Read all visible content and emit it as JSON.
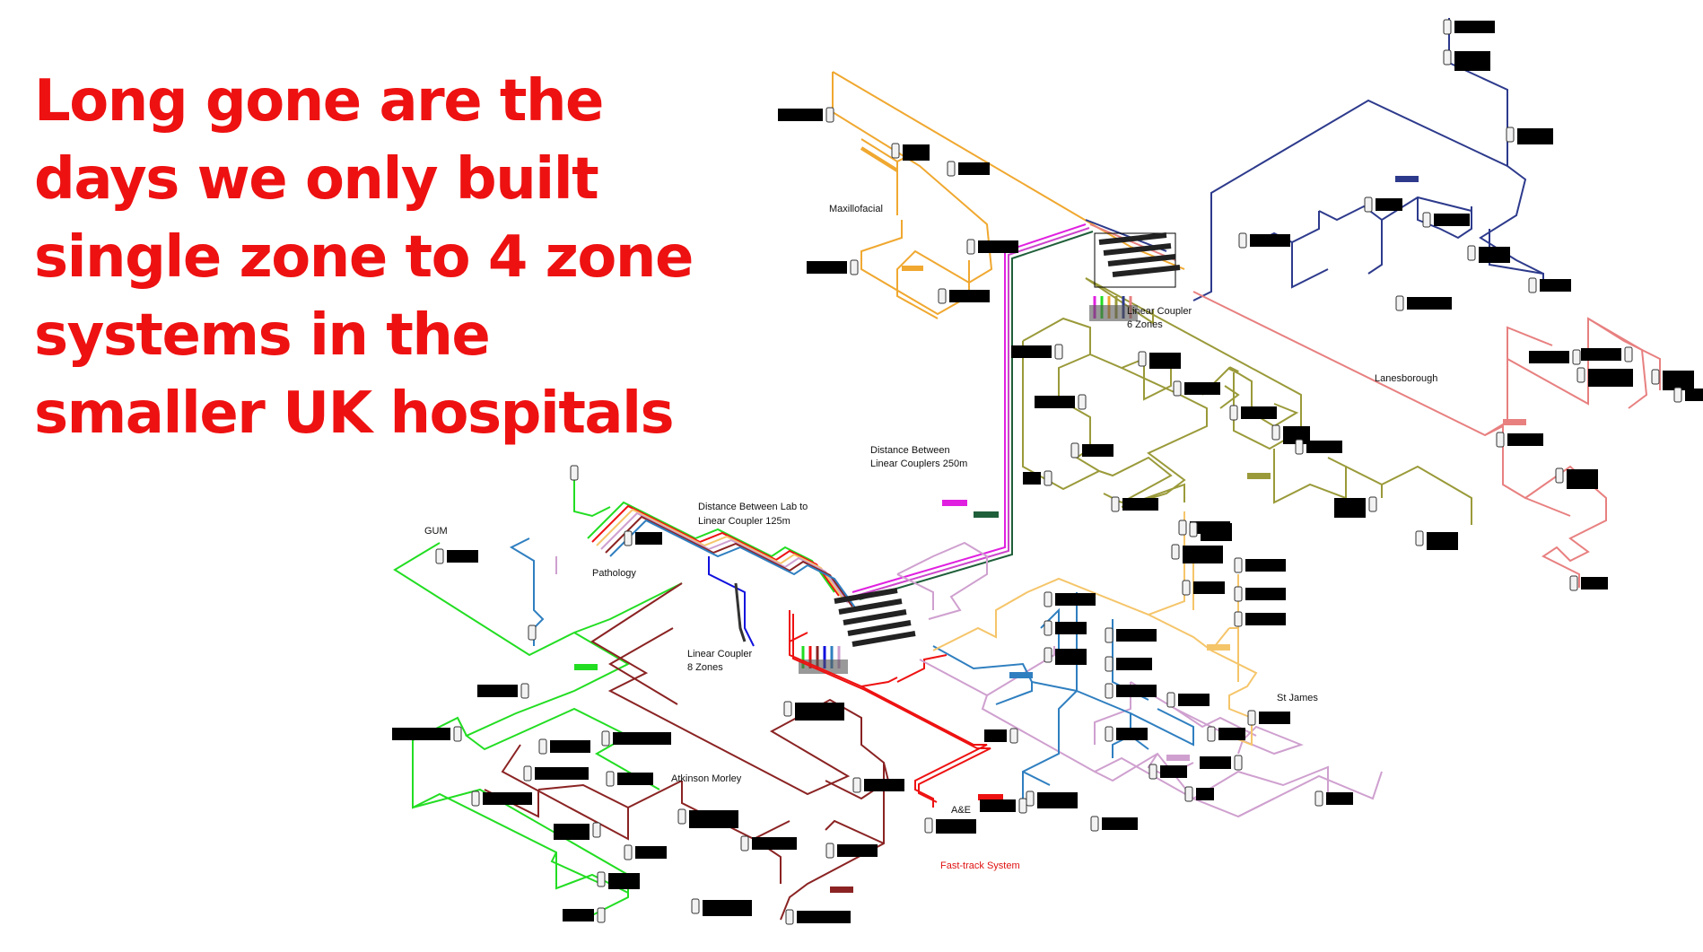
{
  "headline": {
    "lines": [
      "Long gone are the",
      "days we only built",
      "single zone to 4 zone",
      "systems in the",
      "smaller UK hospitals"
    ],
    "color": "#ee1111"
  },
  "diagram": {
    "labels": {
      "maxillofacial": "Maxillofacial",
      "coupler6_line1": "Linear Coupler",
      "coupler6_line2": "6 Zones",
      "lanesborough": "Lanesborough",
      "distance250_line1": "Distance Between",
      "distance250_line2": "Linear Couplers 250m",
      "distance125_line1": "Distance Between Lab to",
      "distance125_line2": "Linear Coupler 125m",
      "gum": "GUM",
      "pathology": "Pathology",
      "coupler8_line1": "Linear Coupler",
      "coupler8_line2": "8 Zones",
      "st_james": "St James",
      "atkinson_morley": "Atkinson Morley",
      "ae": "A&E",
      "fast_track": "Fast-track System"
    },
    "zone_colors": {
      "maxillofacial": "#f0a830",
      "lanesborough_blue": "#2d3a8c",
      "lanesborough_pink": "#e88080",
      "olive": "#9a9a3a",
      "magenta": "#e020e0",
      "dark_green": "#1f5f3a",
      "green": "#22dd22",
      "dark_red": "#8b2323",
      "red": "#ee1111",
      "lilac": "#cfa0cf",
      "light_orange": "#f5c56a",
      "steel_blue": "#2f7fc0",
      "blue": "#1010dd"
    }
  }
}
